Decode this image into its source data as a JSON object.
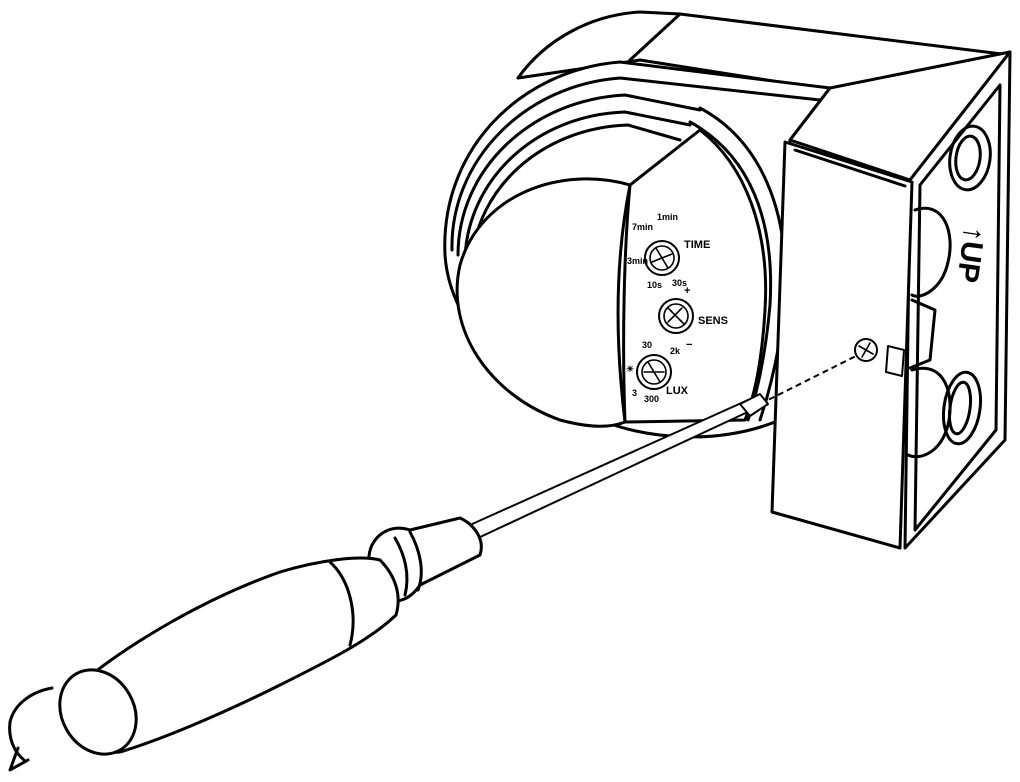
{
  "figure": {
    "housing_marking": "↑UP",
    "knobs": [
      {
        "id": "time",
        "title": "TIME",
        "labels": [
          "10s",
          "30s",
          "1min",
          "3min",
          "7min"
        ]
      },
      {
        "id": "sens",
        "title": "SENS",
        "labels": [
          "+",
          "−"
        ]
      },
      {
        "id": "lux",
        "title": "LUX",
        "labels": [
          "3",
          "30",
          "300",
          "2k",
          "☀"
        ]
      }
    ]
  }
}
